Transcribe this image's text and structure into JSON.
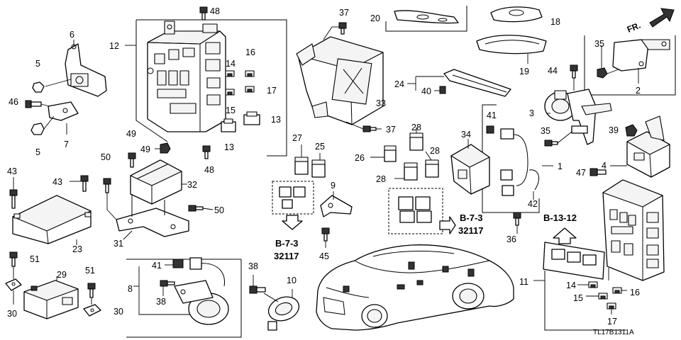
{
  "diagram": {
    "direction_label": "FR.",
    "drawing_code": "TL17B1311A",
    "refs": {
      "ref_b73_left": "B-7-3",
      "ref_32117_left": "32117",
      "ref_b73_right": "B-7-3",
      "ref_32117_right": "32117",
      "ref_b1312": "B-13-12"
    },
    "callouts": {
      "c48a": "48",
      "c12": "12",
      "c6": "6",
      "c5a": "5",
      "c46": "46",
      "c7": "7",
      "c5b": "5",
      "c14a": "14",
      "c16a": "16",
      "c17a": "17",
      "c15a": "15",
      "c13a": "13",
      "c13b": "13",
      "c48b": "48",
      "c37a": "37",
      "c20": "20",
      "c18": "18",
      "c19": "19",
      "c35a": "35",
      "c2": "2",
      "c44": "44",
      "c24": "24",
      "c40": "40",
      "c33": "33",
      "c37b": "37",
      "c3": "3",
      "c35b": "35",
      "c39": "39",
      "c4": "4",
      "c41a": "41",
      "c1": "1",
      "c42": "42",
      "c34": "34",
      "c28a": "28",
      "c28b": "28",
      "c26": "26",
      "c28c": "28",
      "c27": "27",
      "c25": "25",
      "c9": "9",
      "c45": "45",
      "c36": "36",
      "c47": "47",
      "c49a": "49",
      "c49b": "49",
      "c50a": "50",
      "c50b": "50",
      "c43a": "43",
      "c43b": "43",
      "c32": "32",
      "c23": "23",
      "c31": "31",
      "c51a": "51",
      "c51b": "51",
      "c29": "29",
      "c30a": "30",
      "c30b": "30",
      "c8": "8",
      "c41b": "41",
      "c38a": "38",
      "c38b": "38",
      "c10": "10",
      "c11": "11",
      "c14b": "14",
      "c16b": "16",
      "c15b": "15",
      "c17b": "17"
    }
  }
}
